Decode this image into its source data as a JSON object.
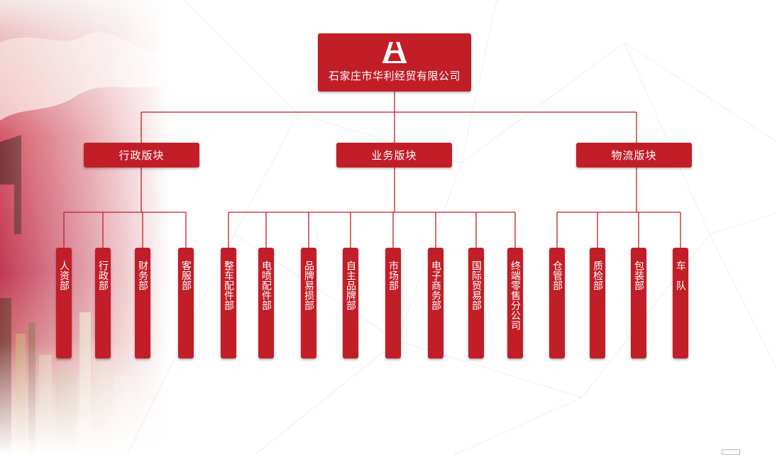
{
  "colors": {
    "box": "#c11e28",
    "line": "#c11e28",
    "text": "#ffffff"
  },
  "root": {
    "logo_icon": "company-logo-icon",
    "name": "石家庄市华利经贸有限公司"
  },
  "sections": [
    {
      "label": "行政版块",
      "departments": [
        "人资部",
        "行政部",
        "财务部",
        "客服部"
      ]
    },
    {
      "label": "业务版块",
      "departments": [
        "整车配件部",
        "电喷配件部",
        "品牌易损部",
        "自主品牌部",
        "市场部",
        "电子商务部",
        "国际贸易部",
        "终端零售分公司"
      ]
    },
    {
      "label": "物流版块",
      "departments": [
        "仓管部",
        "质检部",
        "包装部",
        "车队"
      ]
    }
  ]
}
